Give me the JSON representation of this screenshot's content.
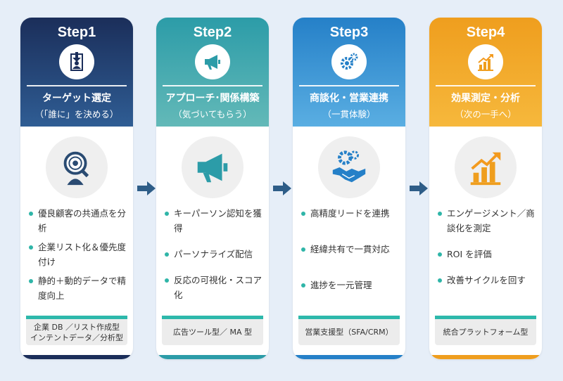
{
  "steps": [
    {
      "step": "Step1",
      "title": "ターゲット選定",
      "subtitle": "（「誰に」を決める）",
      "header_icon": "target-person-icon",
      "body_icon": "magnifier-person-icon",
      "items": [
        "優良顧客の共通点を分析",
        "企業リスト化＆優先度付け",
        "静的＋動的データで精度向上"
      ],
      "footer": [
        "企業 DB ／リスト作成型",
        "インテントデータ／分析型"
      ],
      "color_top": "#1b2e5a",
      "color_bottom": "#2f5d94"
    },
    {
      "step": "Step2",
      "title": "アプローチ･関係構築",
      "subtitle": "（気づいてもらう）",
      "header_icon": "megaphone-icon",
      "body_icon": "megaphone-icon",
      "items": [
        "キーパーソン認知を獲得",
        "パーソナライズ配信",
        "反応の可視化・スコア化"
      ],
      "footer": [
        "広告ツール型／ MA 型"
      ],
      "color_top": "#2c9ca8",
      "color_bottom": "#63b9b8"
    },
    {
      "step": "Step3",
      "title": "商談化・営業連携",
      "subtitle": "（一貫体験）",
      "header_icon": "gears-icon",
      "body_icon": "handshake-gears-icon",
      "items": [
        "高精度リードを連携",
        "経緯共有で一貫対応",
        "進捗を一元管理"
      ],
      "footer": [
        "営業支援型（SFA/CRM）"
      ],
      "color_top": "#2580c8",
      "color_bottom": "#5aaee2"
    },
    {
      "step": "Step4",
      "title": "効果測定・分析",
      "subtitle": "（次の一手へ）",
      "header_icon": "growth-chart-icon",
      "body_icon": "growth-chart-icon",
      "items": [
        "エンゲージメント／商談化を測定",
        "ROI を評価",
        "改善サイクルを回す"
      ],
      "footer": [
        "統合プラットフォーム型"
      ],
      "color_top": "#ef9e1e",
      "color_bottom": "#f6b83c"
    }
  ],
  "accent": "#2fb5a8",
  "arrow_color": "#2e5d88"
}
